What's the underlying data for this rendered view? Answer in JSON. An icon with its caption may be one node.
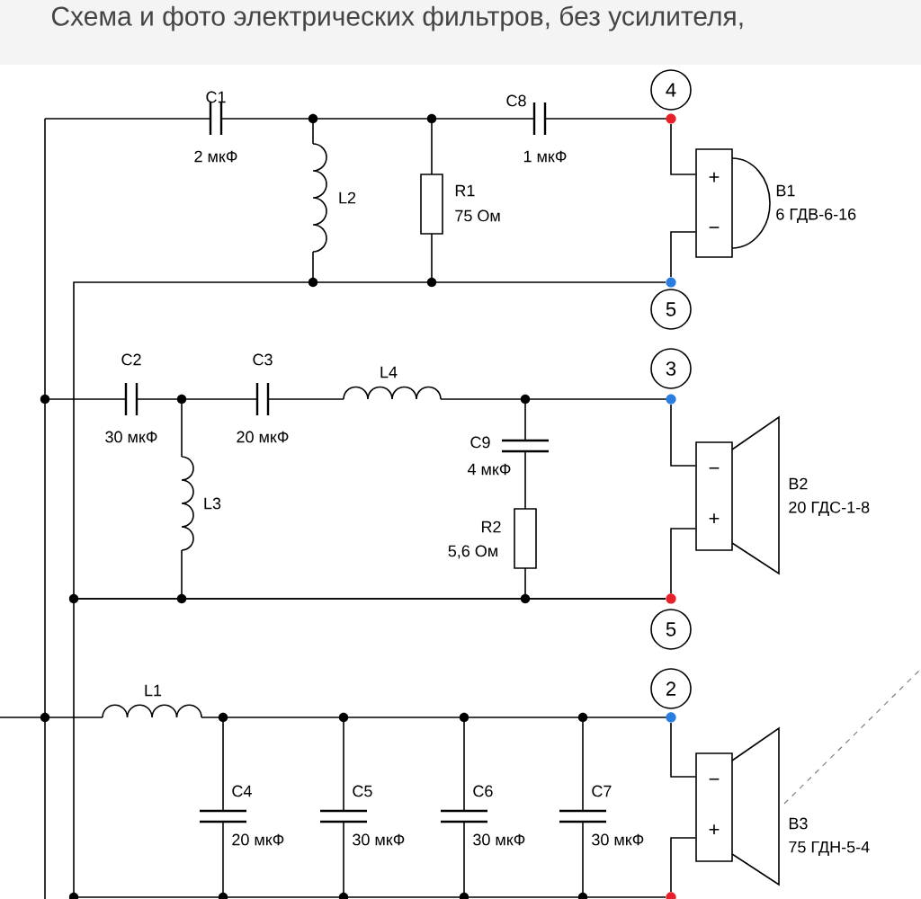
{
  "diagram": {
    "title": "Схема и фото электрических фильтров, без усилителя,",
    "nodes": [
      {
        "text": [],
        "shape": "circle",
        "beside": [
          "4"
        ]
      },
      {
        "text": [
          "+",
          "−"
        ],
        "beside": [
          "B1",
          "6 ГДВ-6-16"
        ]
      },
      {
        "text": [],
        "shape": "circle",
        "beside": [
          "5"
        ]
      },
      {
        "text": [],
        "shape": "circle",
        "beside": [
          "3"
        ]
      },
      {
        "text": [
          "−",
          "+"
        ],
        "beside": [
          "B2",
          "20 ГДС-1-8"
        ]
      },
      {
        "text": [],
        "shape": "circle",
        "beside": [
          "5"
        ]
      },
      {
        "text": [],
        "shape": "circle",
        "beside": [
          "2"
        ]
      },
      {
        "text": [
          "−",
          "+"
        ],
        "beside": [
          "B3",
          "75 ГДН-5-4"
        ]
      },
      {
        "text": [],
        "shape": "circle"
      }
    ],
    "edges": [
      {
        "from": 0,
        "to": 1,
        "arrow": "none"
      },
      {
        "from": 2,
        "to": 1,
        "arrow": "none"
      },
      {
        "from": 3,
        "to": 4,
        "arrow": "none"
      },
      {
        "from": 5,
        "to": 4,
        "arrow": "none"
      },
      {
        "from": 6,
        "to": 7,
        "arrow": "none"
      },
      {
        "from": 8,
        "to": 7,
        "arrow": "none"
      },
      {
        "from": 2,
        "to": 5,
        "arrow": "none"
      },
      {
        "from": 5,
        "to": 8,
        "arrow": "none"
      }
    ],
    "labels": [
      "C1",
      "2 мкФ",
      "C8",
      "1 мкФ",
      "L2",
      "R1",
      "75 Ом",
      "C2",
      "30 мкФ",
      "C3",
      "20 мкФ",
      "L4",
      "C9",
      "4 мкФ",
      "L3",
      "R2",
      "5,6 Ом",
      "L1",
      "C4",
      "20 мкФ",
      "C5",
      "30 мкФ",
      "C6",
      "30 мкФ",
      "C7",
      "30 мкФ"
    ]
  }
}
